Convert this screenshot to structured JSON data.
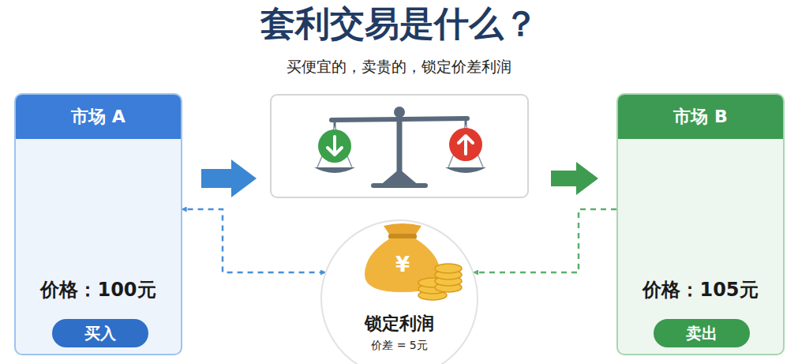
{
  "diagram": {
    "title": "套利交易是什么？",
    "nodes": [
      {
        "text": [
          "市场 A",
          "价格：100元"
        ]
      },
      {
        "text": [
          "买入"
        ],
        "in": 0
      },
      {
        "text": [
          "锁定利润",
          "价差 = 5元"
        ]
      },
      {
        "text": [
          "市场 B",
          "价格：105元"
        ]
      },
      {
        "text": [
          "卖出"
        ],
        "in": 3
      }
    ],
    "edges": [
      {
        "from": 2,
        "to": 0,
        "arrow": "both"
      },
      {
        "from": 3,
        "to": 2,
        "arrow": "to"
      }
    ],
    "labels": [
      "买便宜的，卖贵的，锁定价差利润",
      "¥"
    ]
  }
}
